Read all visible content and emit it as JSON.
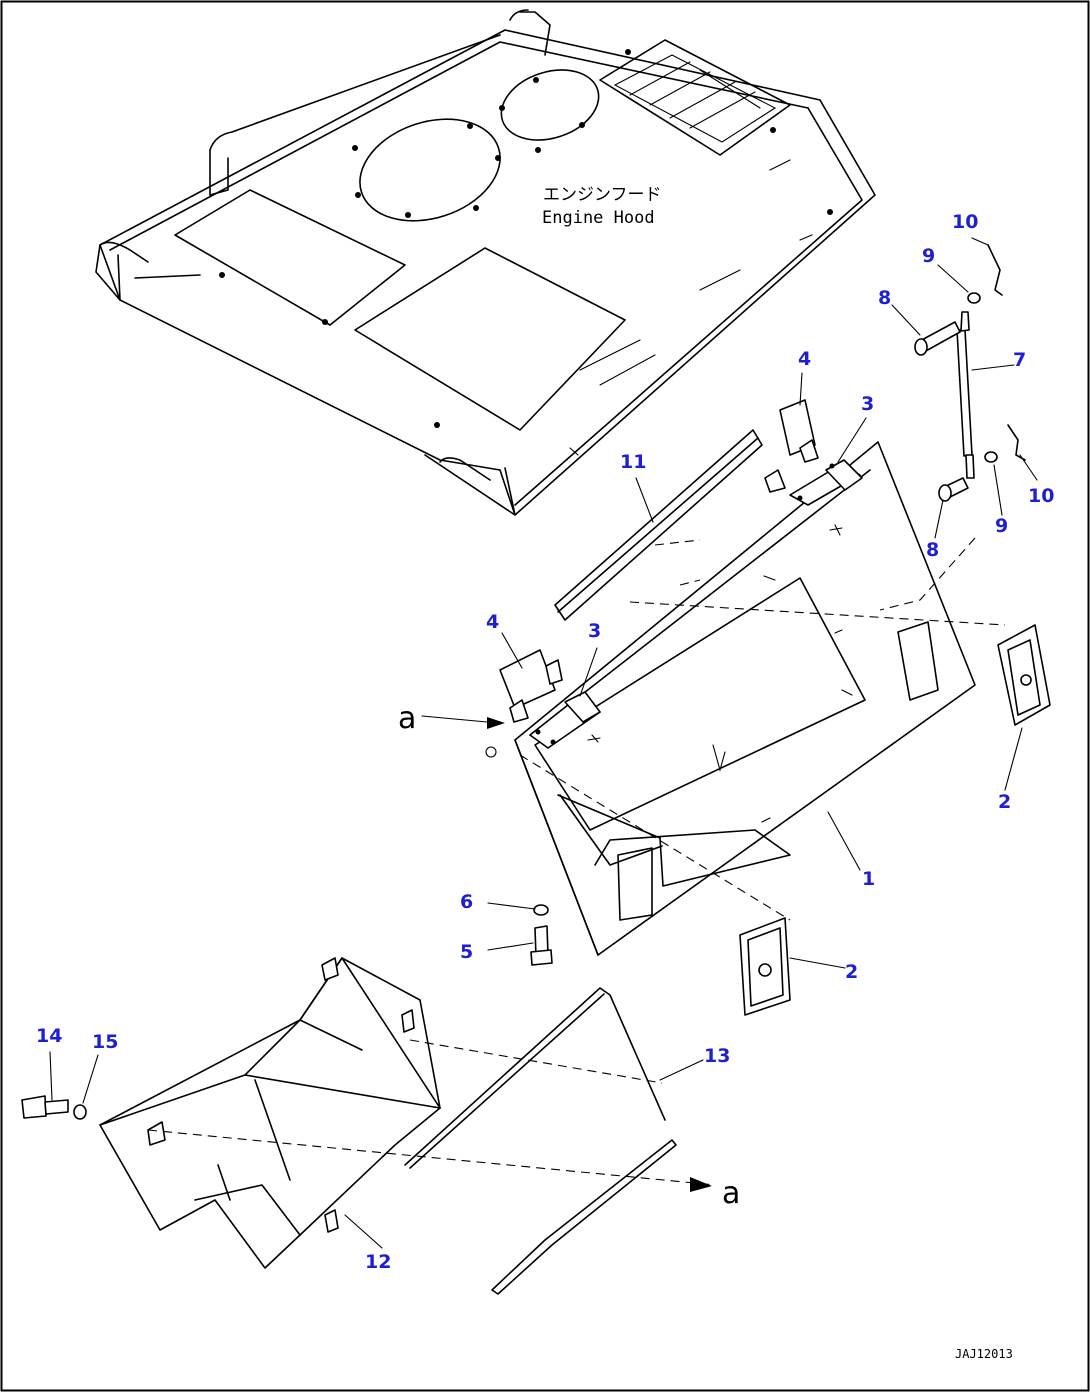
{
  "hood": {
    "label_jp": "エンジンフード",
    "label_en": "Engine Hood"
  },
  "reference_marker": "a",
  "drawing_code": "JAJ12013",
  "callouts": {
    "c1": "1",
    "c2a": "2",
    "c2b": "2",
    "c3a": "3",
    "c3b": "3",
    "c4a": "4",
    "c4b": "4",
    "c5": "5",
    "c6": "6",
    "c7": "7",
    "c8a": "8",
    "c8b": "8",
    "c9a": "9",
    "c9b": "9",
    "c10a": "10",
    "c10b": "10",
    "c11": "11",
    "c12": "12",
    "c13": "13",
    "c14": "14",
    "c15": "15"
  },
  "colors": {
    "callout": "#1e1ed6",
    "line": "#000000",
    "background": "#ffffff"
  }
}
